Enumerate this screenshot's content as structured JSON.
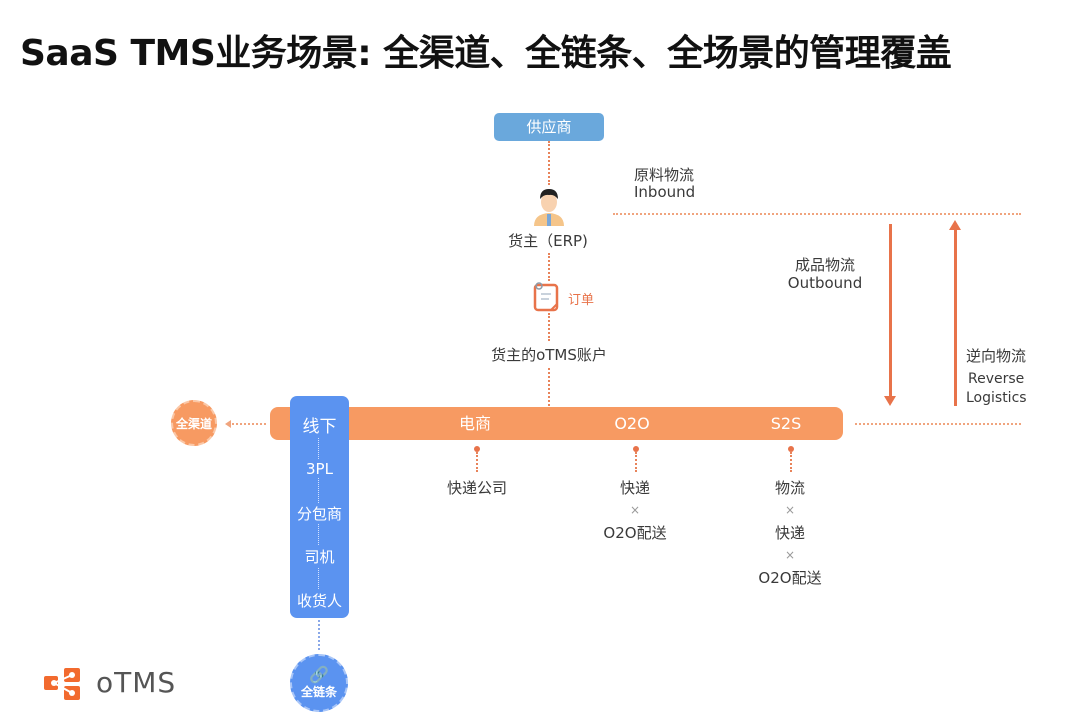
{
  "title": "SaaS TMS业务场景: 全渠道、全链条、全场景的管理覆盖",
  "colors": {
    "orange": "#f79a62",
    "orange_line": "#e8734a",
    "blue": "#5b93f0",
    "supplier_blue": "#6aa8dc",
    "text": "#3a3a3a"
  },
  "flow": {
    "supplier": "供应商",
    "shipper": "货主（ERP)",
    "order": "订单",
    "account": "货主的oTMS账户"
  },
  "zones": {
    "inbound_cn": "原料物流",
    "inbound_en": "Inbound",
    "outbound_cn": "成品物流",
    "outbound_en": "Outbound",
    "reverse_cn": "逆向物流",
    "reverse_en_1": "Reverse",
    "reverse_en_2": "Logistics"
  },
  "channels": {
    "offline": "线下",
    "ecommerce": "电商",
    "o2o": "O2O",
    "s2s": "S2S"
  },
  "chain": [
    "3PL",
    "分包商",
    "司机",
    "收货人"
  ],
  "carriers": {
    "ecommerce": [
      "快递公司"
    ],
    "o2o": [
      "快递",
      "O2O配送"
    ],
    "s2s": [
      "物流",
      "快递",
      "O2O配送"
    ],
    "separator": "×"
  },
  "badges": {
    "all_channel": "全渠道",
    "all_chain": "全链条"
  },
  "logo": {
    "text": "oTMS"
  }
}
